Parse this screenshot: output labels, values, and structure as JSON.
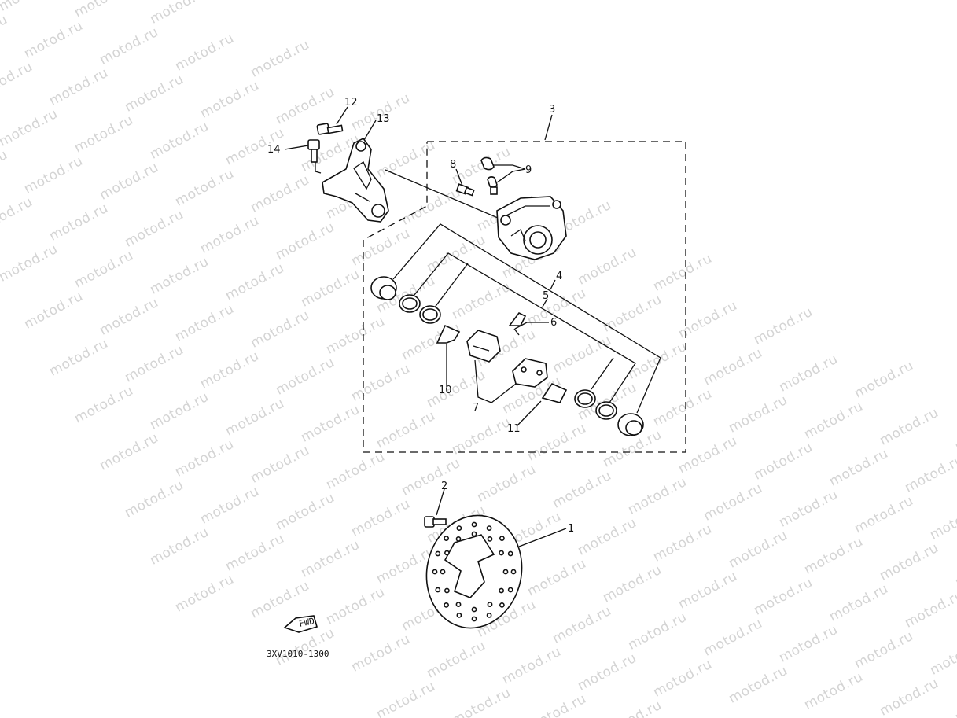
{
  "watermark": "motod.ru",
  "callouts": {
    "c1": "1",
    "c2": "2",
    "c3": "3",
    "c4": "4",
    "c5": "5",
    "c6": "6",
    "c7": "7",
    "c8": "8",
    "c9": "9",
    "c10": "10",
    "c11": "11",
    "c12": "12",
    "c13": "13",
    "c14": "14"
  },
  "fwd_label": "FWD",
  "part_code": "3XV1010-1300"
}
